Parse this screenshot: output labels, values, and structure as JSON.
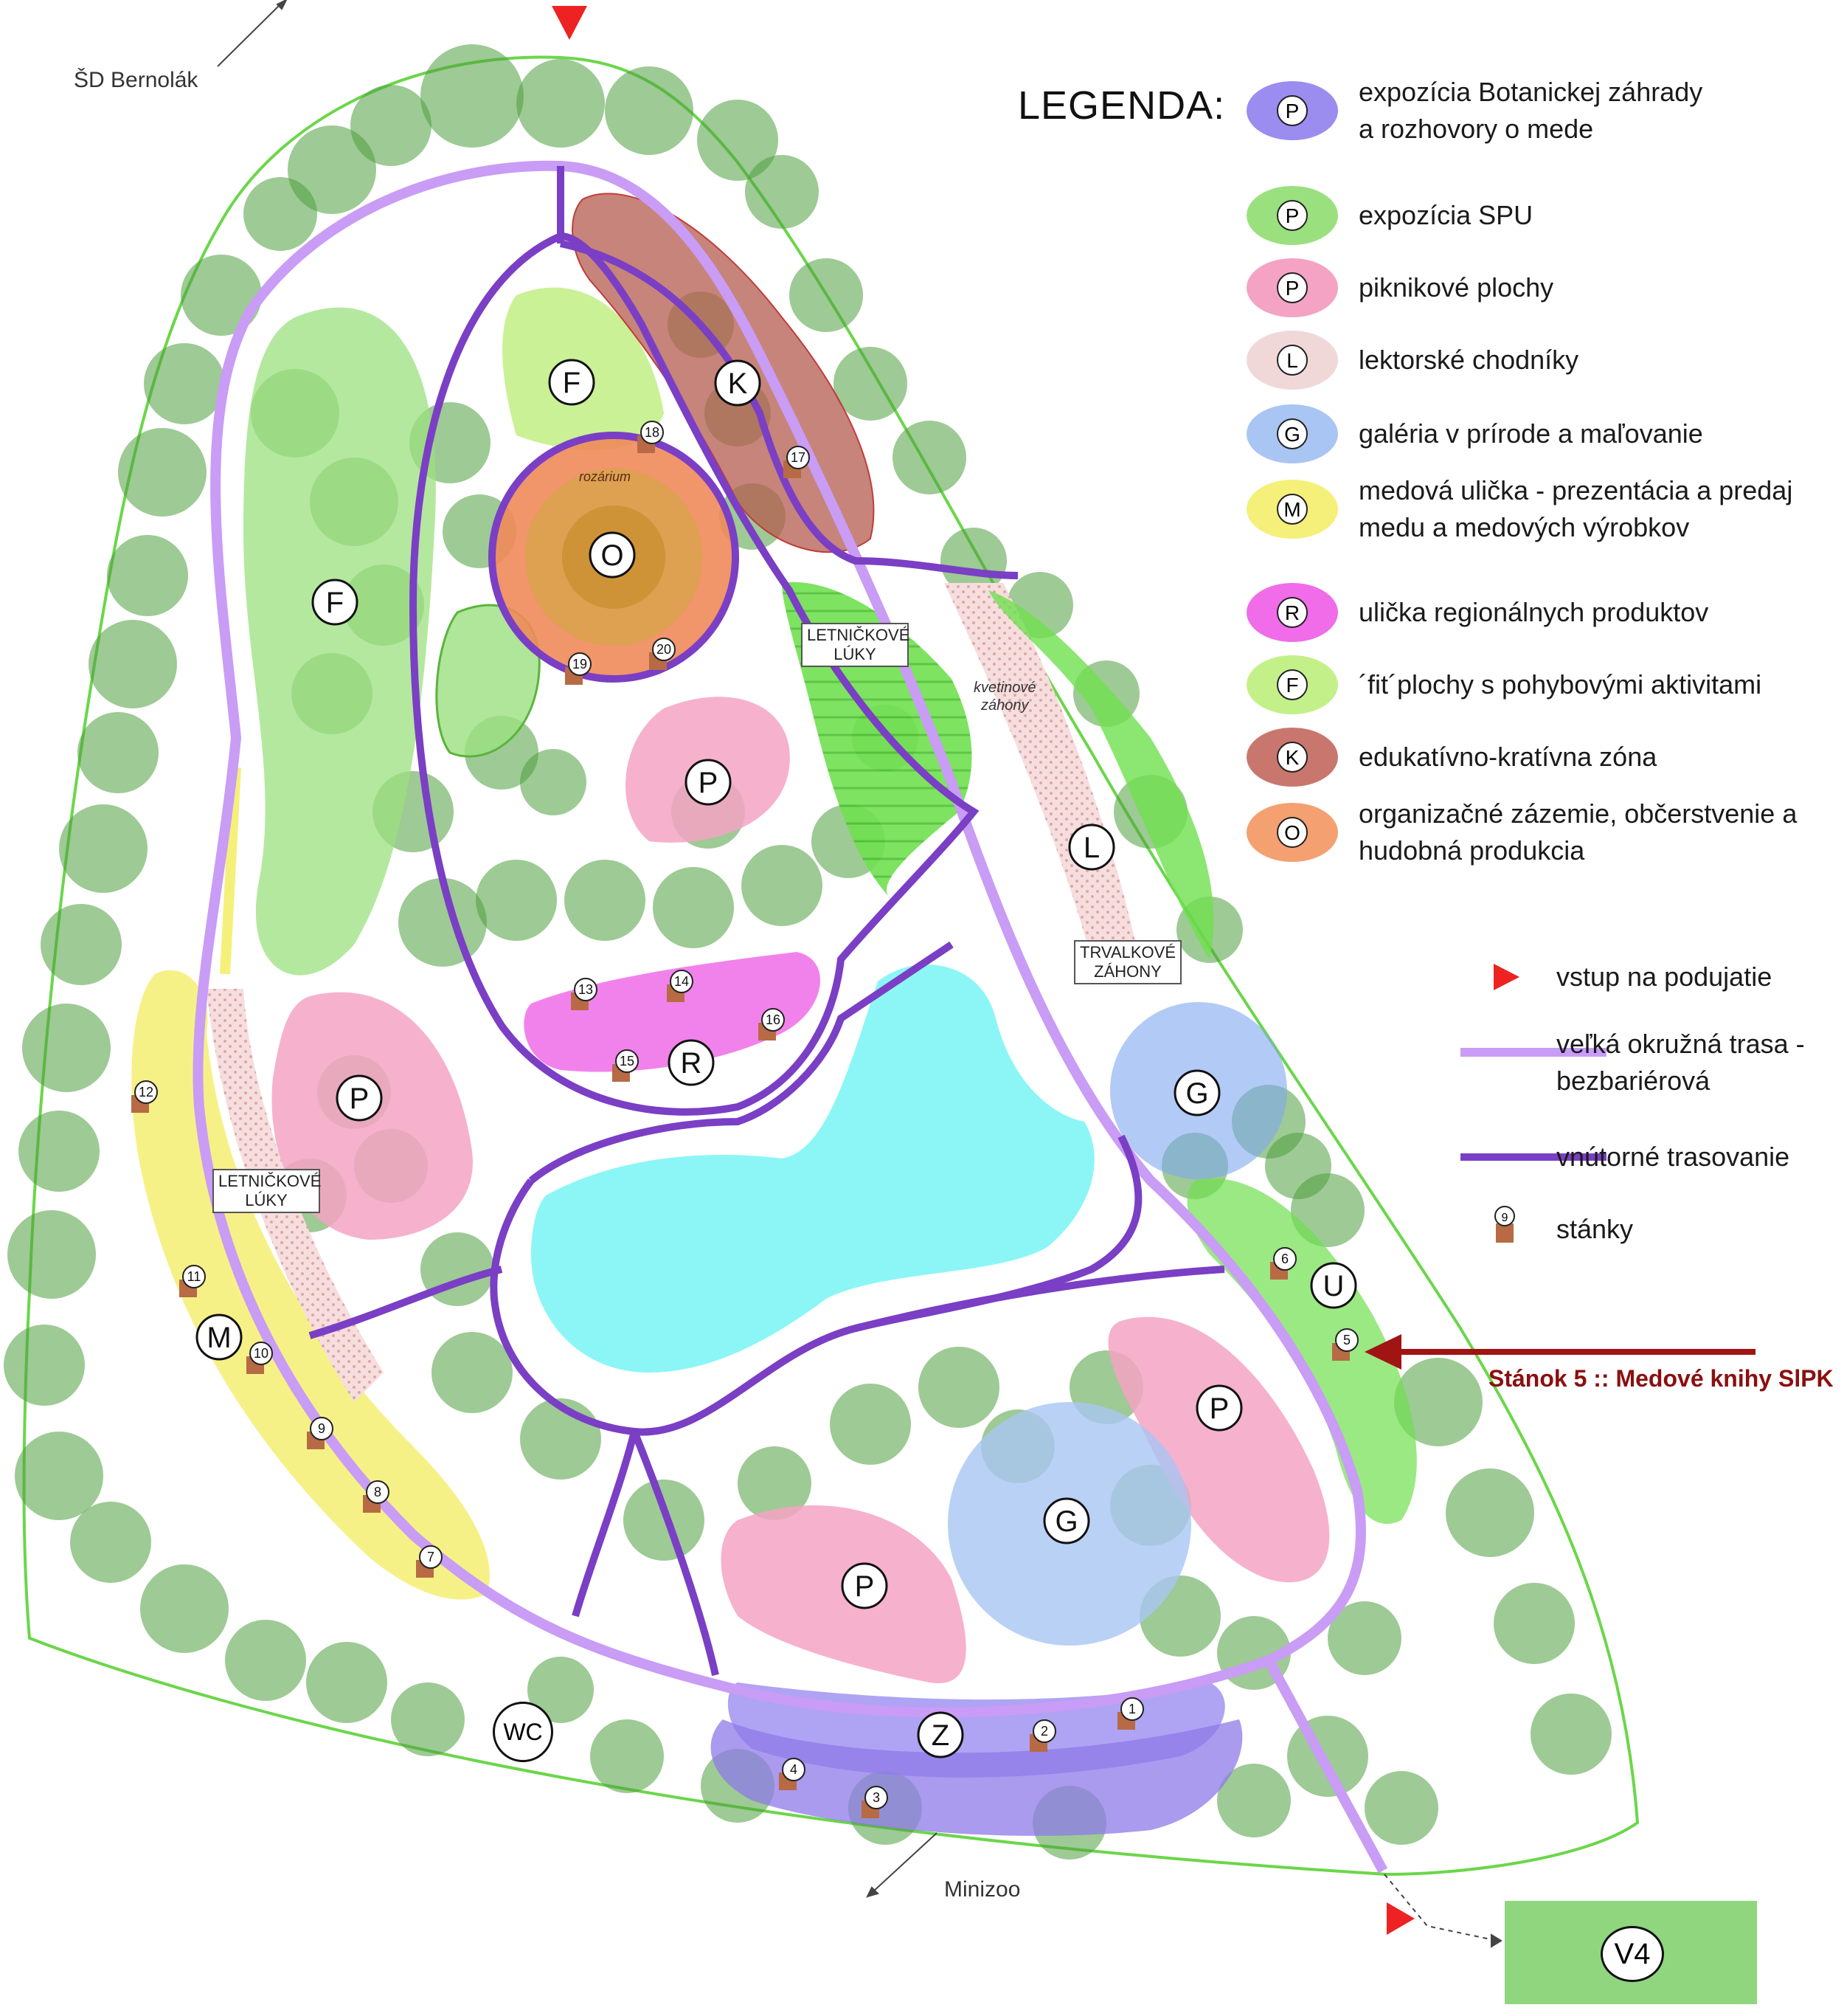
{
  "legend": {
    "title": "LEGENDA:",
    "zones": [
      {
        "letter": "P",
        "color": "#9b8cf0",
        "text": [
          "expozícia Botanickej záhrady",
          "a rozhovory o mede"
        ]
      },
      {
        "letter": "P",
        "color": "#9be07f",
        "text": [
          "expozícia SPU"
        ]
      },
      {
        "letter": "P",
        "color": "#f4a3c4",
        "text": [
          "piknikové plochy"
        ]
      },
      {
        "letter": "L",
        "color": "#f1d8d8",
        "text": [
          "lektorské chodníky"
        ]
      },
      {
        "letter": "G",
        "color": "#a9c5f4",
        "text": [
          "galéria v prírode a maľovanie"
        ]
      },
      {
        "letter": "M",
        "color": "#f5f07a",
        "text": [
          "medová ulička - prezentácia a predaj",
          "medu a medových výrobkov"
        ]
      },
      {
        "letter": "R",
        "color": "#f06ce8",
        "text": [
          "ulička regionálnych produktov"
        ]
      },
      {
        "letter": "F",
        "color": "#c4f08a",
        "text": [
          "´fit´plochy s pohybovými aktivitami"
        ]
      },
      {
        "letter": "K",
        "color": "#c9776e",
        "text": [
          "edukatívno-kratívna zóna"
        ]
      },
      {
        "letter": "O",
        "color": "#f5a070",
        "text": [
          "organizačné zázemie, občerstvenie a",
          "hudobná produkcia"
        ]
      }
    ],
    "symbols": [
      {
        "kind": "entrance-arrow",
        "color": "#ee2222",
        "text": [
          "vstup na podujatie"
        ]
      },
      {
        "kind": "outer-route",
        "color": "#c99cf5",
        "text": [
          "veľká okružná trasa -",
          "bezbariérová"
        ]
      },
      {
        "kind": "inner-route",
        "color": "#7a3fc4",
        "text": [
          "vnútorné trasovanie"
        ]
      },
      {
        "kind": "stall",
        "color": "#b86a45",
        "sample_number": "9",
        "text": [
          "stánky"
        ]
      }
    ]
  },
  "map": {
    "labels": {
      "sd_bernolak": "ŠD Bernolák",
      "minizoo": "Minizoo",
      "v4": "V4",
      "wc": "WC",
      "letnickove_luky": [
        "LETNIČKOVÉ",
        "LÚKY"
      ],
      "trvalkove_zahony": [
        "TRVALKOVÉ",
        "ZÁHONY"
      ],
      "kvetinove_zahony": [
        "kvetinové",
        "záhony"
      ],
      "rozarium": "rozárium"
    },
    "zone_markers": [
      "F",
      "F",
      "K",
      "O",
      "P",
      "P",
      "P",
      "P",
      "L",
      "R",
      "G",
      "G",
      "U",
      "M",
      "Z"
    ],
    "stalls": [
      "1",
      "2",
      "3",
      "4",
      "5",
      "6",
      "7",
      "8",
      "9",
      "10",
      "11",
      "12",
      "13",
      "14",
      "15",
      "16",
      "17",
      "18",
      "19",
      "20"
    ],
    "callout": "Stánok 5 ::  Medové knihy SlPK",
    "colors": {
      "outer_route": "#c99cf5",
      "inner_route": "#7a3fc4",
      "lake": "#7ff5f5",
      "tree": "#4e9e3e",
      "park_outline": "#6bd64a",
      "callout_arrow": "#a11414"
    }
  }
}
